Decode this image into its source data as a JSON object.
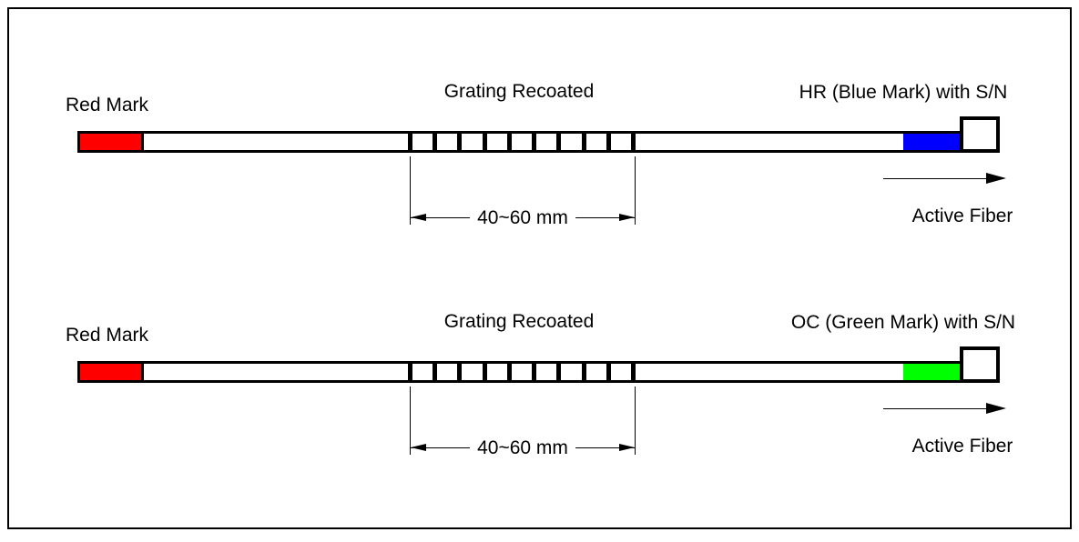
{
  "figure": {
    "background_color": "#ffffff",
    "border_color": "#000000"
  },
  "fibers": [
    {
      "left_label": "Red Mark",
      "center_label": "Grating Recoated",
      "right_label": "HR (Blue Mark) with S/N",
      "dimension_label": "40~60 mm",
      "arrow_label": "Active Fiber",
      "start_mark_color": "#ff0000",
      "end_mark_color": "#0000ff",
      "grating_cells": 9
    },
    {
      "left_label": "Red Mark",
      "center_label": "Grating Recoated",
      "right_label": "OC (Green Mark) with S/N",
      "dimension_label": "40~60 mm",
      "arrow_label": "Active Fiber",
      "start_mark_color": "#ff0000",
      "end_mark_color": "#00ff00",
      "grating_cells": 9
    }
  ]
}
